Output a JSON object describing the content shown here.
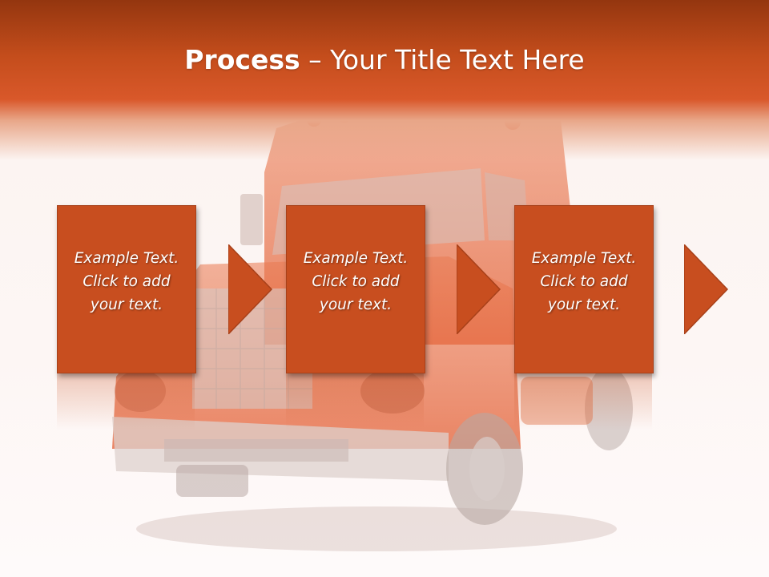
{
  "slide": {
    "title_bold": "Process",
    "title_rest": " – Your Title Text Here"
  },
  "steps": [
    {
      "text": "Example Text.\nClick  to add\nyour text."
    },
    {
      "text": "Example Text.\nClick  to add\nyour text."
    },
    {
      "text": "Example Text.\nClick  to add\nyour text."
    }
  ],
  "colors": {
    "accent": "#c84e1f",
    "title_band": "#c44d1c",
    "truck": "#e1653b"
  },
  "icons": {
    "arrow": "right-arrow-icon",
    "background": "truck-image"
  }
}
